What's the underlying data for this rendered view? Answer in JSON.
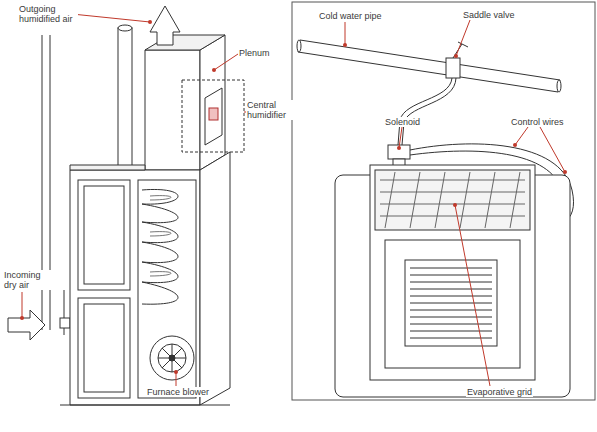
{
  "diagram": {
    "labels": [
      "Outgoing humidified air",
      "Plenum",
      "Central humidifier",
      "Incoming dry air",
      "Furnace blower",
      "Cold water pipe",
      "Saddle valve",
      "Solenoid",
      "Control wires",
      "Evaporative grid"
    ]
  }
}
